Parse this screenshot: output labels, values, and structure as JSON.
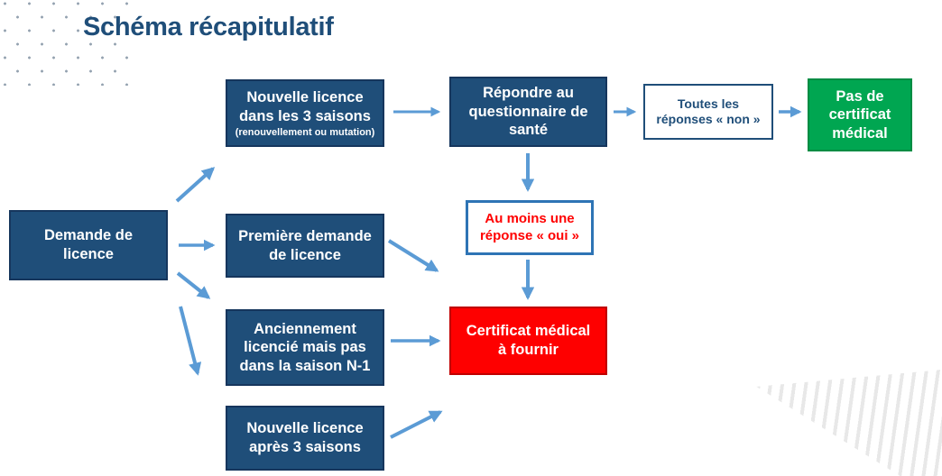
{
  "title": "Schéma récapitulatif",
  "colors": {
    "navy_fill": "#1F4E79",
    "navy_border": "#16365D",
    "green_fill": "#00A651",
    "red_fill": "#FE0000",
    "red_text": "#FF0000",
    "arrow_blue": "#5B9BD5",
    "title_text": "#1F4E79",
    "stripe_gray": "#E8E8E8"
  },
  "nodes": {
    "demande": {
      "label": "Demande de\nlicence"
    },
    "nouvelle3": {
      "label": "Nouvelle licence\ndans les 3 saisons",
      "sub": "(renouvellement ou mutation)"
    },
    "repondre": {
      "label": "Répondre au\nquestionnaire de\nsanté"
    },
    "toutes": {
      "label": "Toutes les\nréponses « non »"
    },
    "pasde": {
      "label": "Pas de\ncertificat\nmédical"
    },
    "aumoins": {
      "label": "Au moins une\nréponse « oui »"
    },
    "premiere": {
      "label": "Première demande\nde licence"
    },
    "ancien": {
      "label": "Anciennement\nlicencié mais pas\ndans la saison N-1"
    },
    "certif": {
      "label": "Certificat médical\nà fournir"
    },
    "apres": {
      "label": "Nouvelle licence\naprès 3 saisons"
    }
  }
}
